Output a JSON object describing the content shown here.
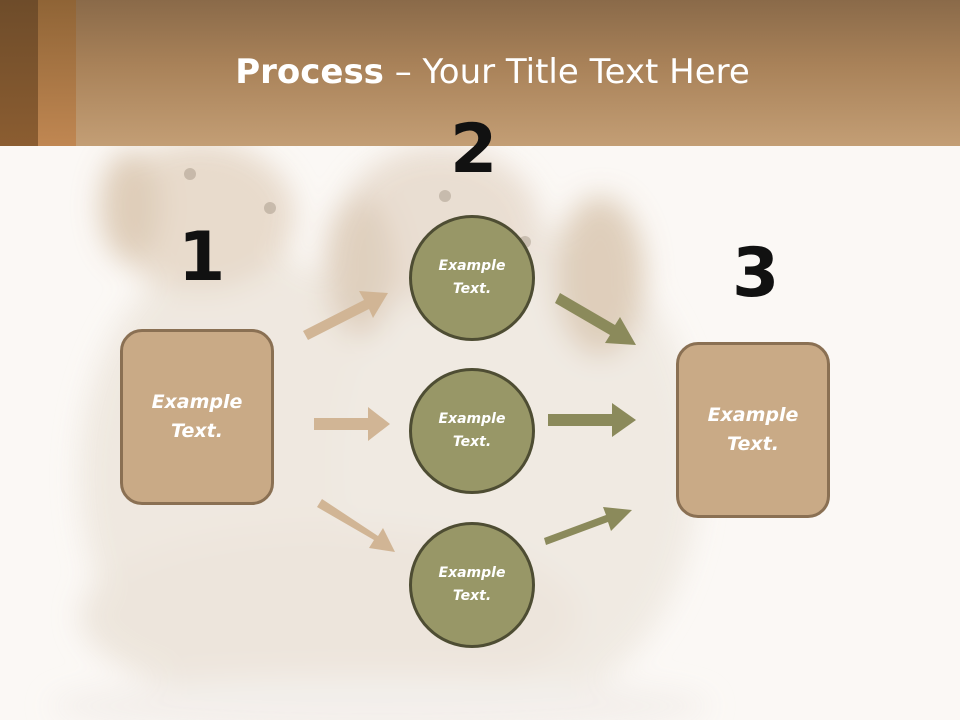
{
  "slide": {
    "title_bold": "Process",
    "title_rest": " – Your Title Text Here"
  },
  "steps": {
    "step1": "1",
    "step2": "2",
    "step3": "3"
  },
  "boxes": {
    "left": "Example Text.",
    "right": "Example Text."
  },
  "circles": {
    "top": "Example Text.",
    "middle": "Example Text.",
    "bottom": "Example Text."
  },
  "colors": {
    "banner": "#a98259",
    "box_fill": "#c9aa86",
    "circle_fill": "#989767",
    "arrow_tan": "#d1b595",
    "arrow_olive": "#8b8a5b"
  }
}
